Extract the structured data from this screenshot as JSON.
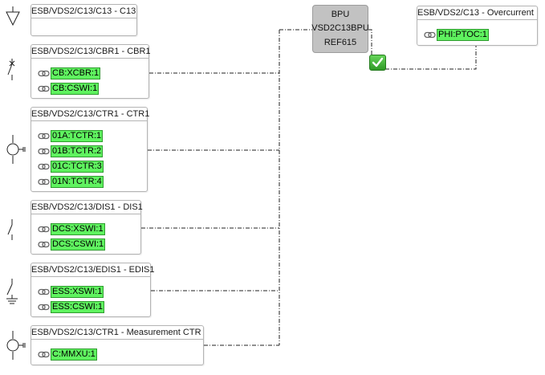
{
  "cards": [
    {
      "title": "ESB/VDS2/C13/C13 - C13",
      "lns": []
    },
    {
      "title": "ESB/VDS2/C13/CBR1 - CBR1",
      "lns": [
        "CB:XCBR:1",
        "CB:CSWI:1"
      ]
    },
    {
      "title": "ESB/VDS2/C13/CTR1 - CTR1",
      "lns": [
        "01A:TCTR:1",
        "01B:TCTR:2",
        "01C:TCTR:3",
        "01N:TCTR:4"
      ]
    },
    {
      "title": "ESB/VDS2/C13/DIS1 - DIS1",
      "lns": [
        "DCS:XSWI:1",
        "DCS:CSWI:1"
      ]
    },
    {
      "title": "ESB/VDS2/C13/EDIS1 - EDIS1",
      "lns": [
        "ESS:XSWI:1",
        "ESS:CSWI:1"
      ]
    },
    {
      "title": "ESB/VDS2/C13/CTR1 - Measurement CTR",
      "lns": [
        "C:MMXU:1"
      ]
    },
    {
      "title": "ESB/VDS2/C13 - Overcurrent",
      "lns": [
        "PHI:PTOC:1"
      ]
    }
  ],
  "bpu": {
    "line1": "BPU",
    "line2": "VSD2C13BPU",
    "line3": "REF615"
  },
  "icons": {
    "ln_link": "chain-link-icon",
    "status": "green-check-icon",
    "symbols": [
      "ground-icon",
      "circuit-breaker-icon",
      "current-transformer-icon",
      "disconnector-icon",
      "earthing-switch-icon",
      "current-transformer-icon"
    ]
  },
  "colors": {
    "ln_highlight": "#5ff25f",
    "bpu_fill": "#c2c2c2",
    "status_check": "#2f9a26"
  }
}
